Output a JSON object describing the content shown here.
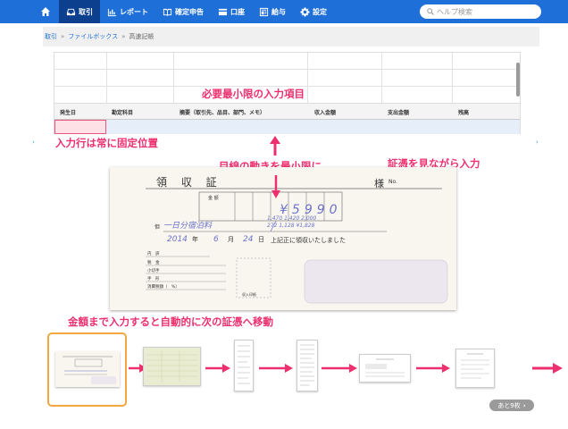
{
  "nav": {
    "items": [
      {
        "label": "取引",
        "icon": "inbox-icon"
      },
      {
        "label": "レポート",
        "icon": "chart-icon"
      },
      {
        "label": "確定申告",
        "icon": "tax-book-icon"
      },
      {
        "label": "口座",
        "icon": "bank-card-icon"
      },
      {
        "label": "給与",
        "icon": "payroll-icon"
      },
      {
        "label": "設定",
        "icon": "gear-icon"
      }
    ],
    "search_placeholder": "ヘルプ検索"
  },
  "breadcrumb": {
    "items": [
      "取引",
      "ファイルボックス"
    ],
    "current": "高速記帳",
    "separator": "»"
  },
  "table": {
    "columns": [
      "発生日",
      "勘定科目",
      "摘要（取引先、品目、部門、メモ）",
      "収入金額",
      "支出金額",
      "残高"
    ]
  },
  "annotations": {
    "fields": "必要最小限の入力項目",
    "fixed_row": "入力行は常に固定位置",
    "eye_movement": "目線の動きを最小限に",
    "view_receipt": "証憑を見ながら入力",
    "auto_next": "金額まで入力すると自動的に次の証憑へ移動"
  },
  "receipt": {
    "title": "領 収 証",
    "addressee_suffix": "様",
    "no_label": "No.",
    "amount_label": "金 額",
    "amount_digits": "¥5990",
    "handwritten_desc": "一日分宿泊料",
    "handwritten_notes": [
      "1,470  1,420  2,000",
      "272   1,128  ¥1,828"
    ],
    "date": {
      "year": "2014",
      "year_unit": "年",
      "month": "6",
      "month_unit": "月",
      "day": "24",
      "day_unit": "日"
    },
    "received": "上記正に領収いたしました",
    "note_prefix": "但",
    "breakdown": [
      "内　訳",
      "税　金",
      "小切手",
      "手　形",
      "消費税額（　%）"
    ],
    "stamp_label": "収入印紙"
  },
  "thumbnails": {
    "more_label": "あと9枚",
    "colors": {
      "selected_border": "#f2a740",
      "arrow": "#ee2f6e"
    }
  },
  "colors": {
    "nav_bg": "#1f6fd8",
    "nav_active": "#0d3f8f",
    "annotation": "#ee2f6e",
    "entry_row": "#e6eef9"
  }
}
